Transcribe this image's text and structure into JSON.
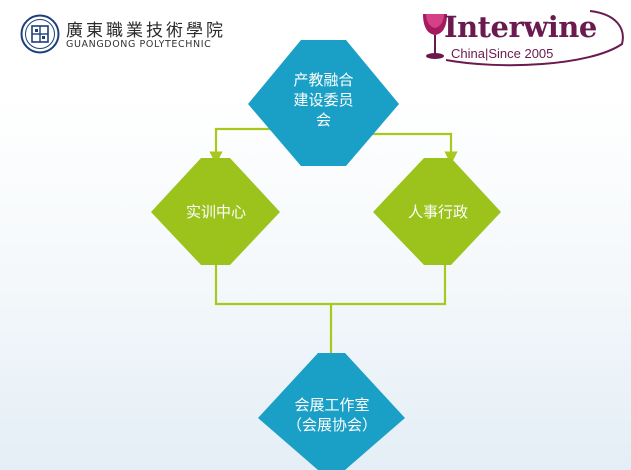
{
  "header": {
    "school_cn": "廣東職業技術學院",
    "school_en": "GUANGDONG POLYTECHNIC",
    "brand": "Interwine",
    "tagline": "China|Since 2005"
  },
  "nodes": {
    "committee": "产教融合\n建设委员\n会",
    "training_center": "实训中心",
    "hr_admin": "人事行政",
    "exhibition_studio": "会展工作室\n（会展协会）"
  },
  "colors": {
    "teal": "#1aa0c6",
    "lime": "#9bc31c",
    "connector": "#a8c81e",
    "brand": "#6a1a4e"
  }
}
